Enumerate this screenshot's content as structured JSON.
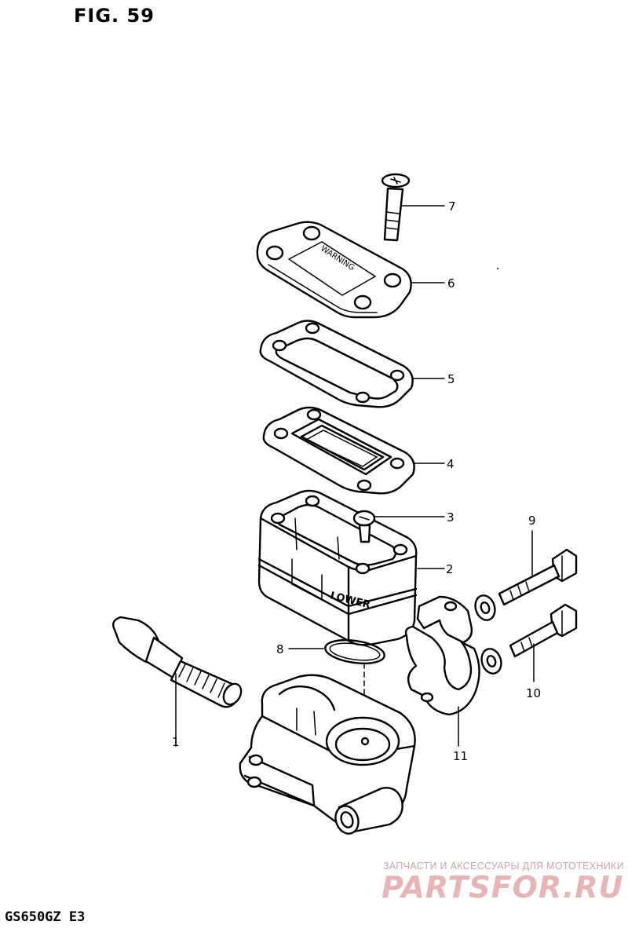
{
  "header": {
    "figure_title": "FIG. 59"
  },
  "footer": {
    "model_code": "GS650GZ E3"
  },
  "watermark": {
    "tagline": "ЗАПЧАСТИ И АКСЕССУАРЫ ДЛЯ МОТОТЕХНИКИ",
    "logo": "PARTSFOR.RU",
    "color": "#e7b5b5"
  },
  "callouts": {
    "c1": "1",
    "c2": "2",
    "c3": "3",
    "c4": "4",
    "c5": "5",
    "c6": "6",
    "c7": "7",
    "c8": "8",
    "c9": "9",
    "c10": "10",
    "c11": "11"
  },
  "part_markings": {
    "reservoir_side": "LOWER",
    "cap_text": "WARNING"
  }
}
